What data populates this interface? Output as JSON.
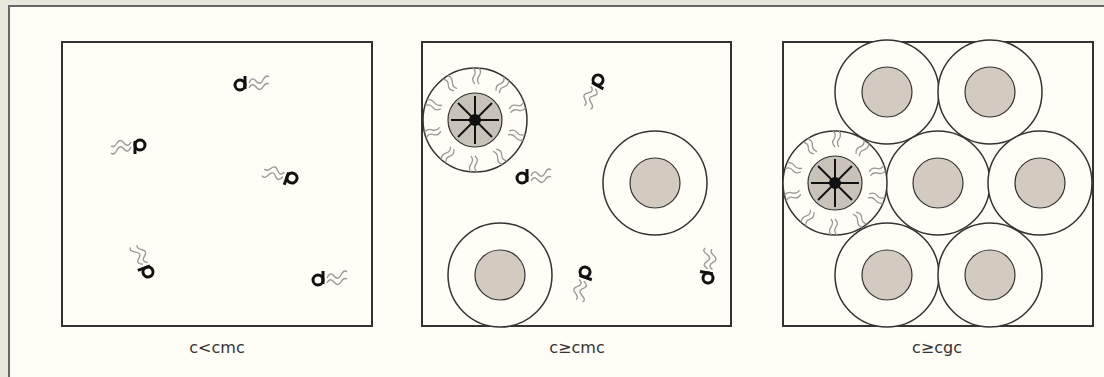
{
  "diagram": {
    "labels": [
      "c<cmc",
      "c≥cmc",
      "c≥cgc"
    ]
  }
}
